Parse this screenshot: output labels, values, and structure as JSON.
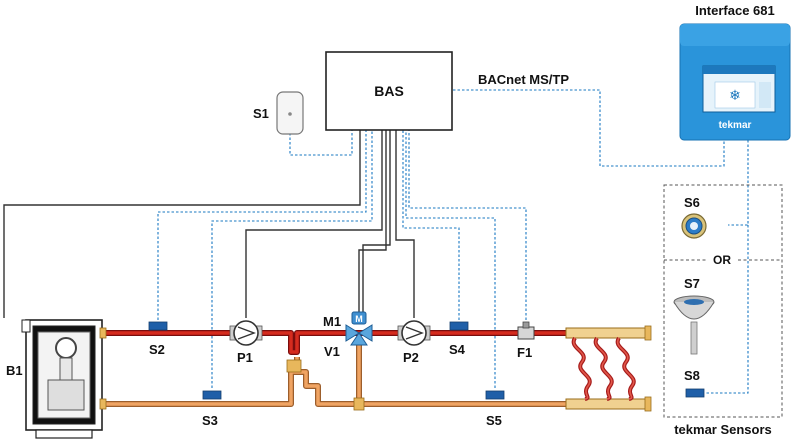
{
  "labels": {
    "bas": "BAS",
    "bacnet": "BACnet MS/TP",
    "interface": "Interface 681",
    "brand": "tekmar",
    "sensors_caption": "tekmar Sensors",
    "or": "OR",
    "b1": "B1",
    "s1": "S1",
    "s2": "S2",
    "s3": "S3",
    "s4": "S4",
    "s5": "S5",
    "s6": "S6",
    "s7": "S7",
    "s8": "S8",
    "p1": "P1",
    "p2": "P2",
    "m1": "M1",
    "v1": "V1",
    "f1": "F1",
    "m_badge": "M"
  },
  "colors": {
    "supply": "#d52b1e",
    "return": "#f0a463",
    "signal": "#1a78c2",
    "sensor": "#1f5fa8",
    "interface_bg": "#1e8fd6"
  }
}
